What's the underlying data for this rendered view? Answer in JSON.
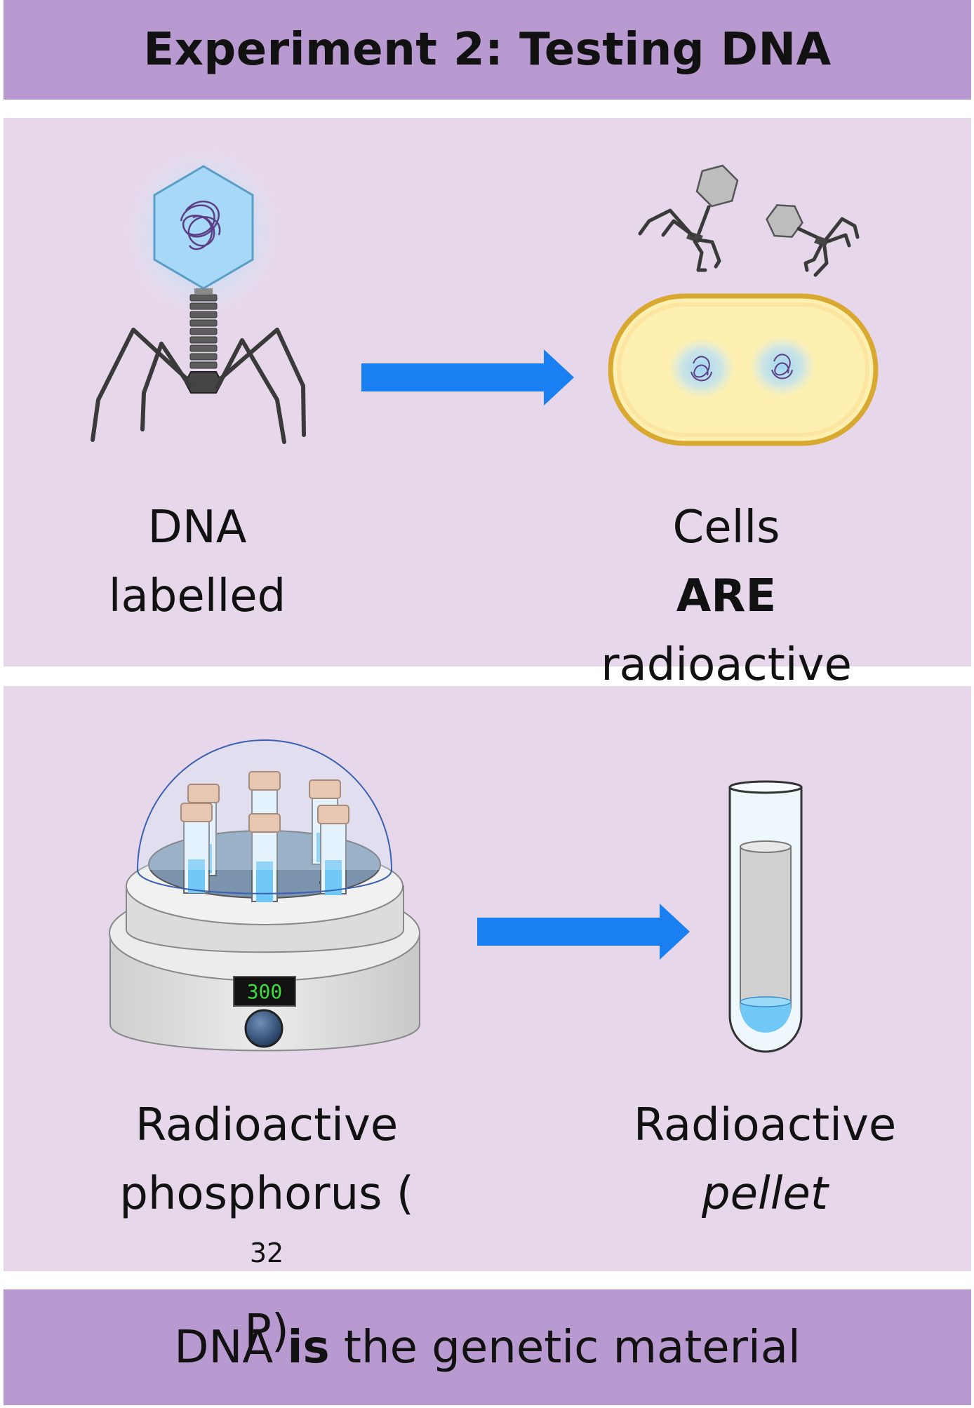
{
  "title": "Experiment 2:  Testing DNA",
  "conclusion": {
    "pre": "DNA ",
    "bold": "is",
    "post": " the genetic material"
  },
  "top_panel": {
    "left_caption": {
      "line1": "DNA",
      "line2": "labelled"
    },
    "right_caption": {
      "line1_pre": "Cells ",
      "line1_bold": "ARE",
      "line2": "radioactive"
    }
  },
  "bottom_panel": {
    "left_caption": {
      "line1": "Radioactive",
      "line2_pre": "phosphorus (",
      "line2_sup": "32",
      "line2_post": "P)"
    },
    "right_caption": {
      "line1": "Radioactive",
      "line2_italic": "pellet"
    },
    "display_readout": "300"
  },
  "colors": {
    "banner": "#b99ad0",
    "panel": "#e6d8ea",
    "arrow": "#1a7ff0",
    "phage_head_labelled": "#a8d8f8",
    "cell_fill": "#fdf0b0",
    "cell_border": "#d8a830",
    "tube_cap": "#f2b48c",
    "liquid": "#6fc8f6",
    "display_text": "#3ddc3d"
  },
  "icons": [
    "bacteriophage-icon",
    "arrow-right-icon",
    "bacterium-cell-icon",
    "incubator-shaker-icon",
    "test-tube-icon"
  ]
}
